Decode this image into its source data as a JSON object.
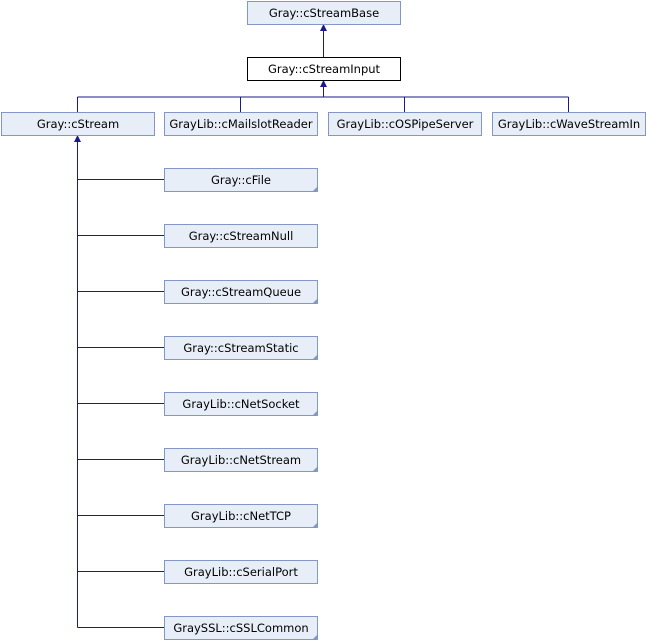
{
  "diagram": {
    "type": "class-inheritance-graph",
    "root": "Gray::cStreamBase",
    "current": "Gray::cStreamInput",
    "nodes": [
      {
        "id": "streambase",
        "label": "Gray::cStreamBase",
        "kind": "base"
      },
      {
        "id": "streaminput",
        "label": "Gray::cStreamInput",
        "kind": "current"
      },
      {
        "id": "stream",
        "label": "Gray::cStream",
        "kind": "derived"
      },
      {
        "id": "mailslot",
        "label": "GrayLib::cMailslotReader",
        "kind": "derived"
      },
      {
        "id": "ospipe",
        "label": "GrayLib::cOSPipeServer",
        "kind": "derived"
      },
      {
        "id": "wavestream",
        "label": "GrayLib::cWaveStreamIn",
        "kind": "derived"
      },
      {
        "id": "file",
        "label": "Gray::cFile",
        "kind": "derived",
        "has_more": true
      },
      {
        "id": "streamnull",
        "label": "Gray::cStreamNull",
        "kind": "derived"
      },
      {
        "id": "streamqueue",
        "label": "Gray::cStreamQueue",
        "kind": "derived",
        "has_more": true
      },
      {
        "id": "streamstatic",
        "label": "Gray::cStreamStatic",
        "kind": "derived",
        "has_more": true
      },
      {
        "id": "netsocket",
        "label": "GrayLib::cNetSocket",
        "kind": "derived",
        "has_more": true
      },
      {
        "id": "netstream",
        "label": "GrayLib::cNetStream",
        "kind": "derived",
        "has_more": true
      },
      {
        "id": "nettcp",
        "label": "GrayLib::cNetTCP",
        "kind": "derived",
        "has_more": true
      },
      {
        "id": "serialport",
        "label": "GrayLib::cSerialPort",
        "kind": "derived"
      },
      {
        "id": "sslcommon",
        "label": "GraySSL::cSSLCommon",
        "kind": "derived",
        "has_more": true
      }
    ],
    "edges": [
      {
        "from": "streaminput",
        "to": "streambase"
      },
      {
        "from": "stream",
        "to": "streaminput"
      },
      {
        "from": "mailslot",
        "to": "streaminput"
      },
      {
        "from": "ospipe",
        "to": "streaminput"
      },
      {
        "from": "wavestream",
        "to": "streaminput"
      },
      {
        "from": "file",
        "to": "stream"
      },
      {
        "from": "streamnull",
        "to": "stream"
      },
      {
        "from": "streamqueue",
        "to": "stream"
      },
      {
        "from": "streamstatic",
        "to": "stream"
      },
      {
        "from": "netsocket",
        "to": "stream"
      },
      {
        "from": "netstream",
        "to": "stream"
      },
      {
        "from": "nettcp",
        "to": "stream"
      },
      {
        "from": "serialport",
        "to": "stream"
      },
      {
        "from": "sslcommon",
        "to": "stream"
      }
    ],
    "colors": {
      "node_fill": "#e8eef7",
      "node_border": "#8496c6",
      "current_fill": "#ffffff",
      "current_border": "#000000",
      "edge": "#1a1a8c"
    }
  }
}
